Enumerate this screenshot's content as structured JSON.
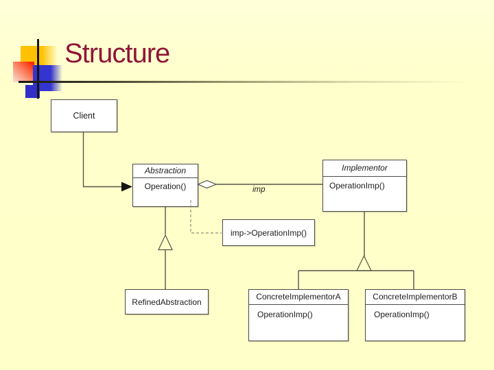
{
  "slide": {
    "title": "Structure"
  },
  "diagram": {
    "classes": [
      {
        "id": "client",
        "name": "Client",
        "italic": false,
        "methods": []
      },
      {
        "id": "abstraction",
        "name": "Abstraction",
        "italic": true,
        "methods": [
          "Operation()"
        ]
      },
      {
        "id": "implementor",
        "name": "Implementor",
        "italic": true,
        "methods": [
          "OperationImp()"
        ]
      },
      {
        "id": "refined",
        "name": "RefinedAbstraction",
        "italic": false,
        "methods": []
      },
      {
        "id": "concrete_a",
        "name": "ConcreteImplementorA",
        "italic": false,
        "methods": [
          "OperationImp()"
        ]
      },
      {
        "id": "concrete_b",
        "name": "ConcreteImplementorB",
        "italic": false,
        "methods": [
          "OperationImp()"
        ]
      }
    ],
    "labels": {
      "aggregation_role": "imp",
      "note": "imp->OperationImp()"
    },
    "relations": [
      "Client -> Abstraction (association, filled arrow)",
      "Abstraction o-- Implementor (aggregation 'imp')",
      "Abstraction.Operation() .. note imp->OperationImp() (dashed)",
      "RefinedAbstraction --|> Abstraction (inheritance, hollow triangle)",
      "ConcreteImplementorA --|> Implementor (inheritance)",
      "ConcreteImplementorB --|> Implementor (inheritance)"
    ]
  },
  "colors": {
    "slide_background": "#FFFFCC",
    "title_text": "#8E1637",
    "box_fill": "#FFFFFF",
    "box_border": "#4A4A46",
    "connector": "#54544A",
    "dashed_connector": "#8F8F74",
    "decor_yellow": "#FFC103",
    "decor_red": "#FF2600",
    "decor_blue": "#3434CF",
    "decor_line": "#15150E"
  }
}
